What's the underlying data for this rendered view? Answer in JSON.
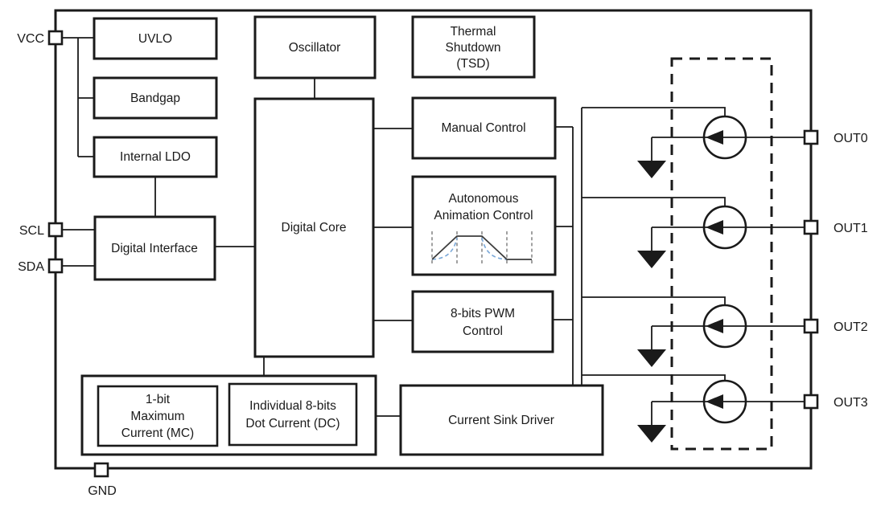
{
  "colors": {
    "background": "#ffffff",
    "line": "#1a1a1a",
    "block-fill": "#ffffff",
    "waveform-solid": "#3d3d3d",
    "waveform-grid": "#8a8a8a",
    "waveform-curve": "#7aa8d8"
  },
  "pins": {
    "vcc": "VCC",
    "scl": "SCL",
    "sda": "SDA",
    "gnd": "GND",
    "outputs": [
      "OUT0",
      "OUT1",
      "OUT2",
      "OUT3"
    ]
  },
  "blocks": {
    "uvlo": "UVLO",
    "bandgap": "Bandgap",
    "internal_ldo": "Internal LDO",
    "digital_interface": "Digital Interface",
    "oscillator": "Oscillator",
    "digital_core": "Digital Core",
    "thermal_shutdown": [
      "Thermal",
      "Shutdown",
      "(TSD)"
    ],
    "manual_control": "Manual Control",
    "autonomous_animation_control": [
      "Autonomous",
      "Animation Control"
    ],
    "pwm_control": [
      "8-bits PWM",
      "Control"
    ],
    "maximum_current": [
      "1-bit",
      "Maximum",
      "Current (MC)"
    ],
    "dot_current": [
      "Individual 8-bits",
      "Dot Current (DC)"
    ],
    "current_sink_driver": "Current Sink Driver"
  }
}
